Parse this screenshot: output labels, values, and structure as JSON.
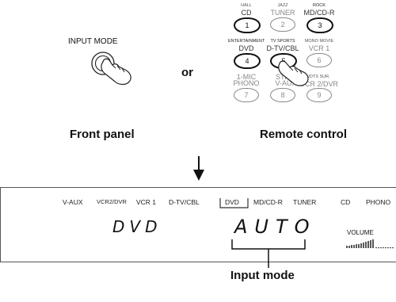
{
  "front_panel": {
    "button_label": "INPUT MODE",
    "caption": "Front panel"
  },
  "or_label": "or",
  "remote": {
    "caption": "Remote control",
    "keys": [
      {
        "small": "HALL",
        "seg": "CD",
        "num": "1"
      },
      {
        "small": "JAZZ",
        "seg": "TUNER",
        "num": "2"
      },
      {
        "small": "ROCK",
        "seg": "MD/CD-R",
        "num": "3"
      },
      {
        "small": "ENTERTAINMENT",
        "seg": "DVD",
        "num": "4"
      },
      {
        "small": "TV SPORTS",
        "seg": "D-TV/CBL",
        "num": "5"
      },
      {
        "small": "MONO MOVIE",
        "seg": "VCR 1",
        "num": "6"
      },
      {
        "small": "",
        "seg": "PHONO",
        "num": "7",
        "over": "1-MIC"
      },
      {
        "small": "",
        "seg": "V-AUX",
        "num": "8",
        "over": "STR-2"
      },
      {
        "small": "/DTS SUR.",
        "seg": "VCR 2/DVR",
        "num": "9"
      }
    ]
  },
  "display": {
    "inputs": [
      "V-AUX",
      "VCR2/DVR",
      "VCR 1",
      "D-TV/CBL",
      "DVD",
      "MD/CD-R",
      "TUNER",
      "CD",
      "PHONO"
    ],
    "left_readout": "DVD",
    "right_readout": "AUTO",
    "volume_label": "VOLUME",
    "caption": "Input mode"
  }
}
